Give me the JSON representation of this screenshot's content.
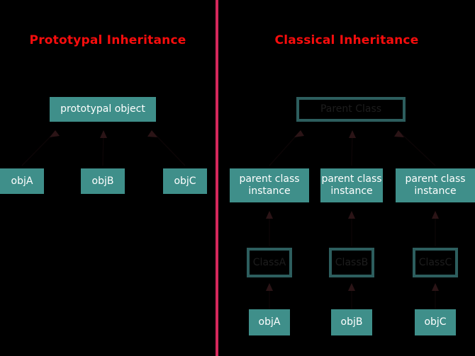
{
  "diagram": {
    "background_color": "#000000",
    "accent_color": "#d6285c",
    "title_color": "#f80d0d",
    "node_fill_color": "#3f8f8a",
    "node_border_color": "#2d5e5e",
    "node_text_color": "#ffffff",
    "dim_text_color": "#1d1d1d"
  },
  "panels": {
    "left": {
      "title": "Prototypal Inheritance",
      "root": {
        "label": "prototypal object"
      },
      "leaves": [
        {
          "label": "objA"
        },
        {
          "label": "objB"
        },
        {
          "label": "objC"
        }
      ]
    },
    "right": {
      "title": "Classical Inheritance",
      "root": {
        "label": "Parent Class"
      },
      "instances": [
        {
          "label": "parent class\ninstance"
        },
        {
          "label": "parent class\ninstance"
        },
        {
          "label": "parent class\ninstance"
        }
      ],
      "classes": [
        {
          "label": "ClassA"
        },
        {
          "label": "ClassB"
        },
        {
          "label": "ClassC"
        }
      ],
      "leaves": [
        {
          "label": "objA"
        },
        {
          "label": "objB"
        },
        {
          "label": "objC"
        }
      ]
    }
  }
}
